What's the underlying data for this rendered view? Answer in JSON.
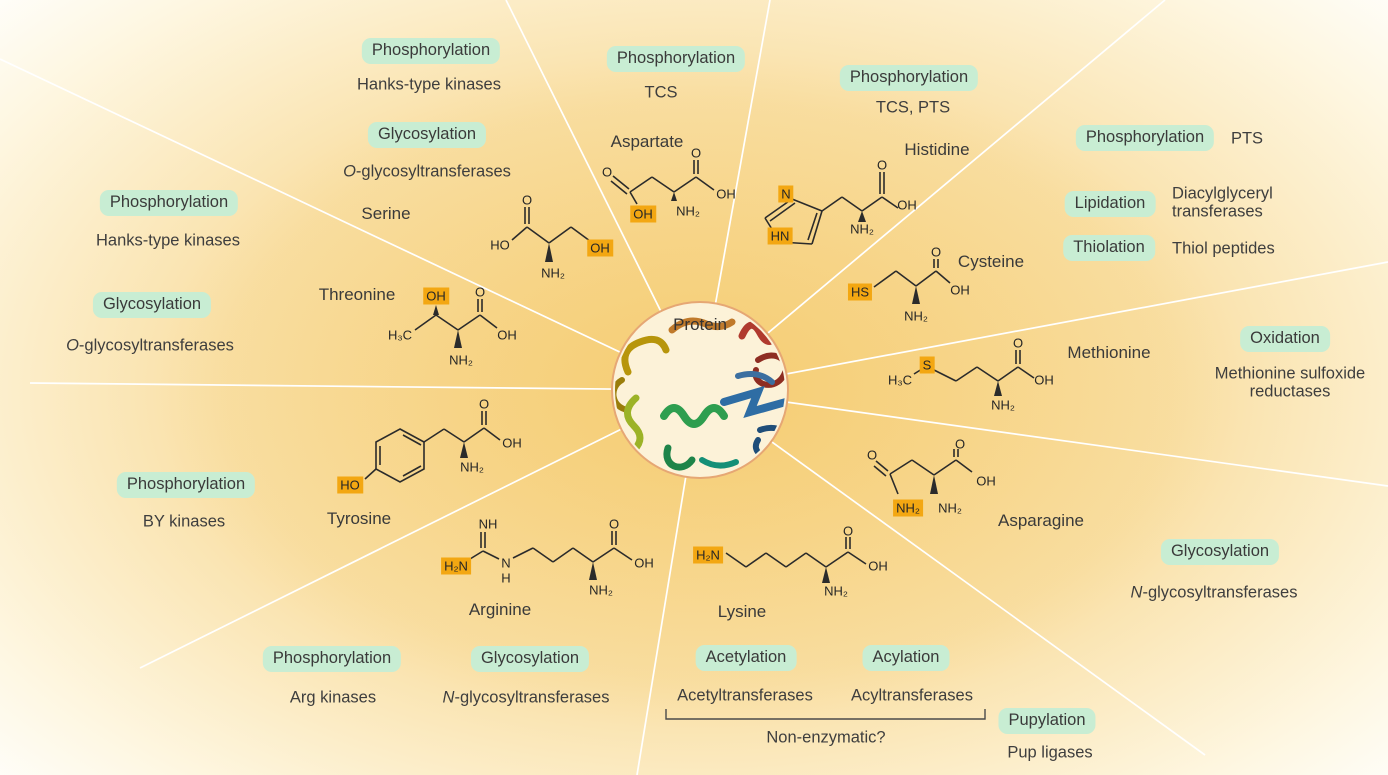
{
  "center": {
    "label": "Protein"
  },
  "colors": {
    "badge_bg": "#C8EDD3",
    "highlight_bg": "#F3A712",
    "text": "#3E3E3E",
    "divider_line": "#FFFFFF",
    "circle_fill": "#FCF2D8",
    "circle_border": "#E6A774"
  },
  "sectors": [
    {
      "amino_acid": "Serine",
      "modifications": [
        {
          "type": "Phosphorylation",
          "enzymes": "Hanks-type kinases"
        },
        {
          "type": "Glycosylation",
          "enzymes_prefix": "O",
          "enzymes_rest": "-glycosyltransferases"
        }
      ],
      "atoms": [
        "HO",
        "O",
        "OH",
        "NH₂"
      ]
    },
    {
      "amino_acid": "Threonine",
      "modifications": [
        {
          "type": "Phosphorylation",
          "enzymes": "Hanks-type kinases"
        },
        {
          "type": "Glycosylation",
          "enzymes_prefix": "O",
          "enzymes_rest": "-glycosyltransferases"
        }
      ],
      "atoms": [
        "OH",
        "O",
        "H₃C",
        "OH",
        "NH₂"
      ]
    },
    {
      "amino_acid": "Aspartate",
      "modifications": [
        {
          "type": "Phosphorylation",
          "enzymes": "TCS"
        }
      ],
      "atoms": [
        "O",
        "OH",
        "O",
        "OH",
        "NH₂"
      ]
    },
    {
      "amino_acid": "Histidine",
      "modifications": [
        {
          "type": "Phosphorylation",
          "enzymes": "TCS, PTS"
        }
      ],
      "atoms": [
        "N",
        "HN",
        "O",
        "OH",
        "NH₂"
      ]
    },
    {
      "amino_acid": "Cysteine",
      "modifications": [
        {
          "type": "Phosphorylation",
          "enzymes": "PTS"
        },
        {
          "type": "Lipidation",
          "enzymes": "Diacylglyceryl transferases"
        },
        {
          "type": "Thiolation",
          "enzymes": "Thiol peptides"
        }
      ],
      "atoms": [
        "HS",
        "O",
        "OH",
        "NH₂"
      ]
    },
    {
      "amino_acid": "Methionine",
      "modifications": [
        {
          "type": "Oxidation",
          "enzymes": "Methionine sulfoxide reductases"
        }
      ],
      "atoms": [
        "H₃C",
        "S",
        "O",
        "OH",
        "NH₂"
      ]
    },
    {
      "amino_acid": "Asparagine",
      "modifications": [
        {
          "type": "Glycosylation",
          "enzymes_prefix": "N",
          "enzymes_rest": "-glycosyltransferases"
        }
      ],
      "atoms": [
        "O",
        "NH₂",
        "O",
        "OH",
        "NH₂"
      ]
    },
    {
      "amino_acid": "Lysine",
      "modifications": [
        {
          "type": "Acetylation",
          "enzymes": "Acetyltransferases"
        },
        {
          "type": "Acylation",
          "enzymes": "Acyltransferases"
        },
        {
          "type": "Pupylation",
          "enzymes": "Pup ligases"
        }
      ],
      "note": "Non-enzymatic?",
      "atoms": [
        "H₂N",
        "O",
        "OH",
        "NH₂"
      ]
    },
    {
      "amino_acid": "Arginine",
      "modifications": [
        {
          "type": "Phosphorylation",
          "enzymes": "Arg kinases"
        },
        {
          "type": "Glycosylation",
          "enzymes_prefix": "N",
          "enzymes_rest": "-glycosyltransferases"
        }
      ],
      "atoms": [
        "NH",
        "H₂N",
        "N",
        "H",
        "O",
        "OH",
        "NH₂"
      ]
    },
    {
      "amino_acid": "Tyrosine",
      "modifications": [
        {
          "type": "Phosphorylation",
          "enzymes": "BY kinases"
        }
      ],
      "atoms": [
        "HO",
        "O",
        "OH",
        "NH₂"
      ]
    }
  ]
}
